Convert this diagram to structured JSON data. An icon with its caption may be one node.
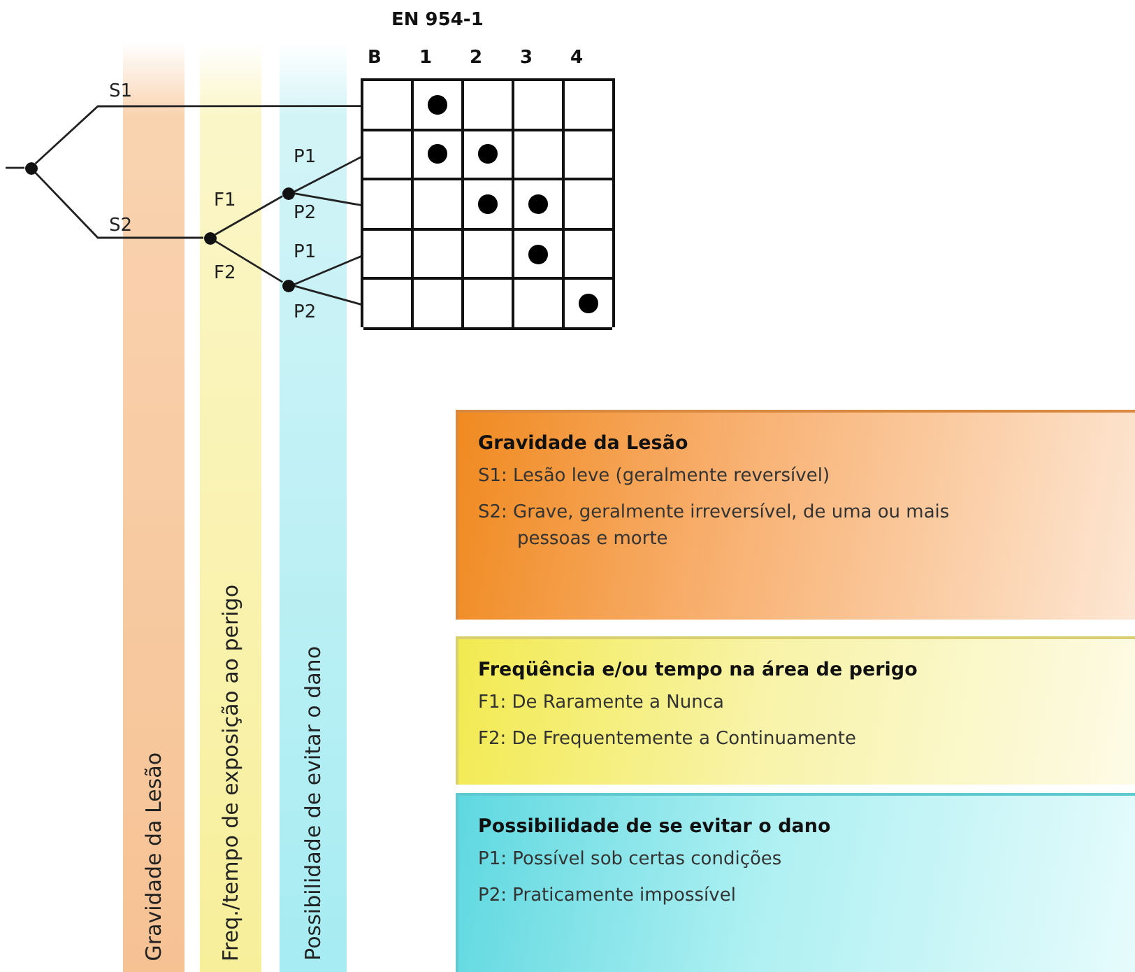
{
  "diagram": {
    "nodes": [
      {
        "text": [],
        "shape": "circle"
      },
      {
        "text": [],
        "shape": "circle"
      },
      {
        "text": [],
        "shape": "circle"
      },
      {
        "text": [],
        "shape": "circle"
      },
      {
        "text": [],
        "shape": "box"
      },
      {
        "text": [],
        "shape": "bar",
        "in": 4
      },
      {
        "text": [],
        "shape": "bar",
        "in": 4
      },
      {
        "text": [],
        "shape": "bar",
        "in": 4
      },
      {
        "text": [],
        "shape": "bar",
        "in": 4
      },
      {
        "text": [],
        "shape": "bar",
        "in": 4
      },
      {
        "text": [
          "Gravidade da Lesão",
          "S1: Lesão leve (geralmente reversível)",
          "S2: Grave, geralmente irreversível, de uma ou mais pessoas e morte"
        ]
      },
      {
        "text": [
          "Freqüência e/ou tempo na área de perigo",
          "F1: De Raramente a Nunca",
          "F2: De Frequentemente a Continuamente"
        ]
      },
      {
        "text": [
          "Possibilidade de se evitar o dano",
          "P1: Possível sob certas condições",
          "P2: Praticamente impossível"
        ]
      }
    ],
    "edges": [
      {
        "from": null,
        "to": 0,
        "arrow": "none"
      },
      {
        "from": 0,
        "to": 5,
        "arrow": "none",
        "label": "S1"
      },
      {
        "from": 0,
        "to": 1,
        "arrow": "none",
        "label": "S2"
      },
      {
        "from": 1,
        "to": 2,
        "arrow": "none",
        "label": "F1"
      },
      {
        "from": 1,
        "to": 3,
        "arrow": "none",
        "label": "F2"
      },
      {
        "from": 2,
        "to": 6,
        "arrow": "none",
        "label": "P1"
      },
      {
        "from": 2,
        "to": 7,
        "arrow": "none",
        "label": "P2"
      },
      {
        "from": 3,
        "to": 8,
        "arrow": "none",
        "label": "P1"
      },
      {
        "from": 3,
        "to": 9,
        "arrow": "none",
        "label": "P2"
      }
    ],
    "labels": [
      "EN 954-1",
      "B",
      "1",
      "2",
      "3",
      "4",
      "Gravidade da Lesão",
      "Freq./tempo de exposição ao perigo",
      "Possibilidade de evitar o dano"
    ]
  }
}
